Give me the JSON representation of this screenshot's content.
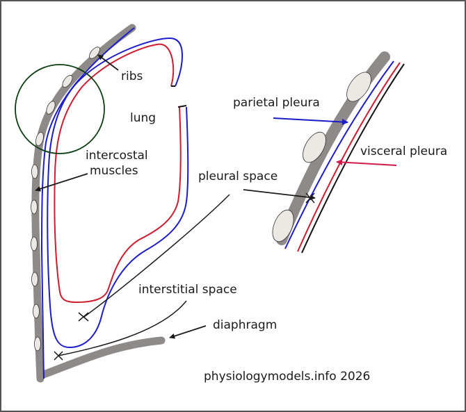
{
  "labels": {
    "ribs": "ribs",
    "lung": "lung",
    "intercostal_line1": "intercostal",
    "intercostal_line2": "muscles",
    "pleural_space": "pleural space",
    "interstitial_space": "interstitial space",
    "diaphragm": "diaphragm",
    "parietal_pleura": "parietal pleura",
    "visceral_pleura": "visceral pleura",
    "credit": "physiologymodels.info 2026"
  },
  "colors": {
    "chest_wall": "#8f8a8a",
    "rib": "#ece8e3",
    "parietal": "#1c1ccc",
    "visceral": "#d01b2e",
    "outline": "#111111",
    "arrow": "#1a1a1a",
    "parietal_arrow": "#1c1ccc",
    "visceral_arrow": "#d01b4a",
    "zoom_circle": "#0b3d12"
  }
}
